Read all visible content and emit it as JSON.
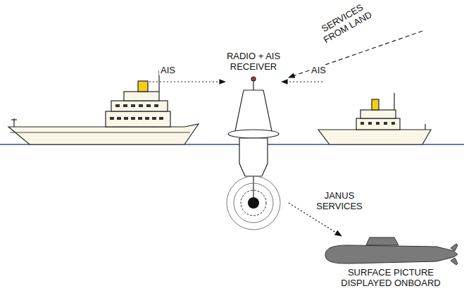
{
  "diagram": {
    "nodes": [
      {
        "text": [
          "RADIO + AIS RECEIVER"
        ]
      },
      {
        "text": [
          "SURFACE PICTURE DISPLAYED ONBOARD"
        ]
      }
    ],
    "edges": [
      {
        "from": 0,
        "to": 1,
        "arrow": "to",
        "label": "JANUS SERVICES"
      }
    ],
    "labels": [
      "AIS",
      "AIS",
      "SERVICES FROM LAND"
    ]
  }
}
